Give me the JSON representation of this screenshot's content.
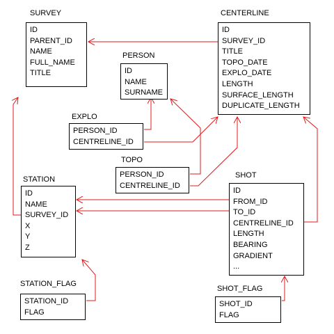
{
  "tables": {
    "survey": {
      "name": "SURVEY",
      "fields": [
        "ID",
        "PARENT_ID",
        "NAME",
        "FULL_NAME",
        "TITLE"
      ]
    },
    "centerline": {
      "name": "CENTERLINE",
      "fields": [
        "ID",
        "SURVEY_ID",
        "TITLE",
        "TOPO_DATE",
        "EXPLO_DATE",
        "LENGTH",
        "SURFACE_LENGTH",
        "DUPLICATE_LENGTH"
      ]
    },
    "person": {
      "name": "PERSON",
      "fields": [
        "ID",
        "NAME",
        "SURNAME"
      ]
    },
    "explo": {
      "name": "EXPLO",
      "fields": [
        "PERSON_ID",
        "CENTRELINE_ID"
      ]
    },
    "topo": {
      "name": "TOPO",
      "fields": [
        "PERSON_ID",
        "CENTRELINE_ID"
      ]
    },
    "station": {
      "name": "STATION",
      "fields": [
        "ID",
        "NAME",
        "SURVEY_ID",
        "X",
        "Y",
        "Z"
      ]
    },
    "shot": {
      "name": "SHOT",
      "fields": [
        "ID",
        "FROM_ID",
        "TO_ID",
        "CENTRELINE_ID",
        "LENGTH",
        "BEARING",
        "GRADIENT",
        "..."
      ]
    },
    "station_flag": {
      "name": "STATION_FLAG",
      "fields": [
        "STATION_ID",
        "FLAG"
      ]
    },
    "shot_flag": {
      "name": "SHOT_FLAG",
      "fields": [
        "SHOT_ID",
        "FLAG"
      ]
    }
  },
  "colors": {
    "relation": "#e01818",
    "border": "#000000",
    "text": "#000000"
  }
}
